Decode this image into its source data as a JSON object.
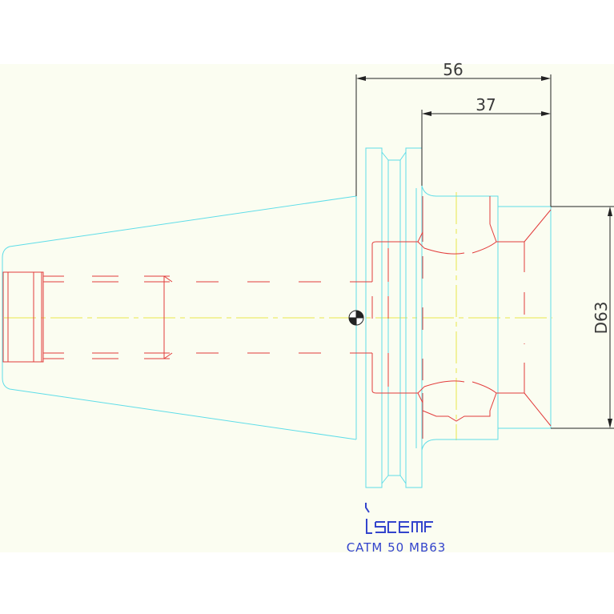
{
  "drawing": {
    "dimensions": {
      "overall_length": "56",
      "flange_length": "37",
      "diameter": "D63"
    },
    "logo": {
      "brand": "iscar"
    },
    "caption": "CATM 50 MB63"
  },
  "colors": {
    "background": "#ffffff",
    "panel": "#fbfdf1",
    "outline": "#5fdde8",
    "hidden_lines": "#e23b3b",
    "centerline": "#e8e84a",
    "dimension_lines": "#222222",
    "caption": "#3344cc"
  }
}
